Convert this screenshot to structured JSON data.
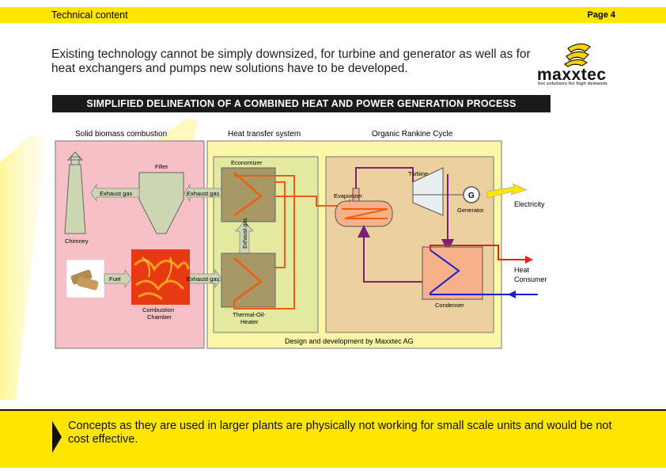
{
  "header": {
    "section": "Technical content",
    "page": "Page 4"
  },
  "headline": "Existing technology cannot be simply downsized, for turbine and generator as well as for heat exchangers and pumps new solutions have to be developed.",
  "logo": {
    "word": "maxxtec",
    "tagline": "hot solutions for high demands"
  },
  "banner": "SIMPLIFIED DELINEATION OF A COMBINED HEAT AND POWER GENERATION PROCESS",
  "diagram": {
    "sections": {
      "biomass": "Solid biomass combustion",
      "heat_transfer": "Heat transfer system",
      "orc": "Organic Rankine Cycle"
    },
    "labels": {
      "filter": "Filter",
      "chimney": "Chimney",
      "exhaust_gas_1": "Exhaust gas",
      "exhaust_gas_2": "Exhaust gas",
      "exhaust_gas_3": "Exhaust gas",
      "exhaust_gas_vertical": "Exhaust gas",
      "fuel": "Fuel",
      "combustion_1": "Combustion",
      "combustion_2": "Chamber",
      "economizer": "Economizer",
      "thermal_oil_1": "Thermal-Oil-",
      "thermal_oil_2": "Heater",
      "evaporizer": "Evaporizer",
      "turbine": "Turbine",
      "generator_letter": "G",
      "generator": "Generator",
      "electricity": "Electricity",
      "condenser": "Condenser",
      "heat_consumer_1": "Heat",
      "heat_consumer_2": "Consumer",
      "credit": "Design and development by  Maxxtec AG"
    },
    "colors": {
      "biomass_bg": "#f6c0c6",
      "heat_transfer_bg": "#fbf6a8",
      "orc_bg": "#ecd0a0",
      "exchanger": "#a79866",
      "oil_line": "#f25c12",
      "orc_line": "#7a1f7a",
      "cold_line": "#1a1ad0",
      "hot_out": "#e52020",
      "arrow_fill": "#cdd6b2"
    }
  },
  "footer": "Concepts as they are used in larger plants are physically not working for small scale units and would be not cost effective."
}
